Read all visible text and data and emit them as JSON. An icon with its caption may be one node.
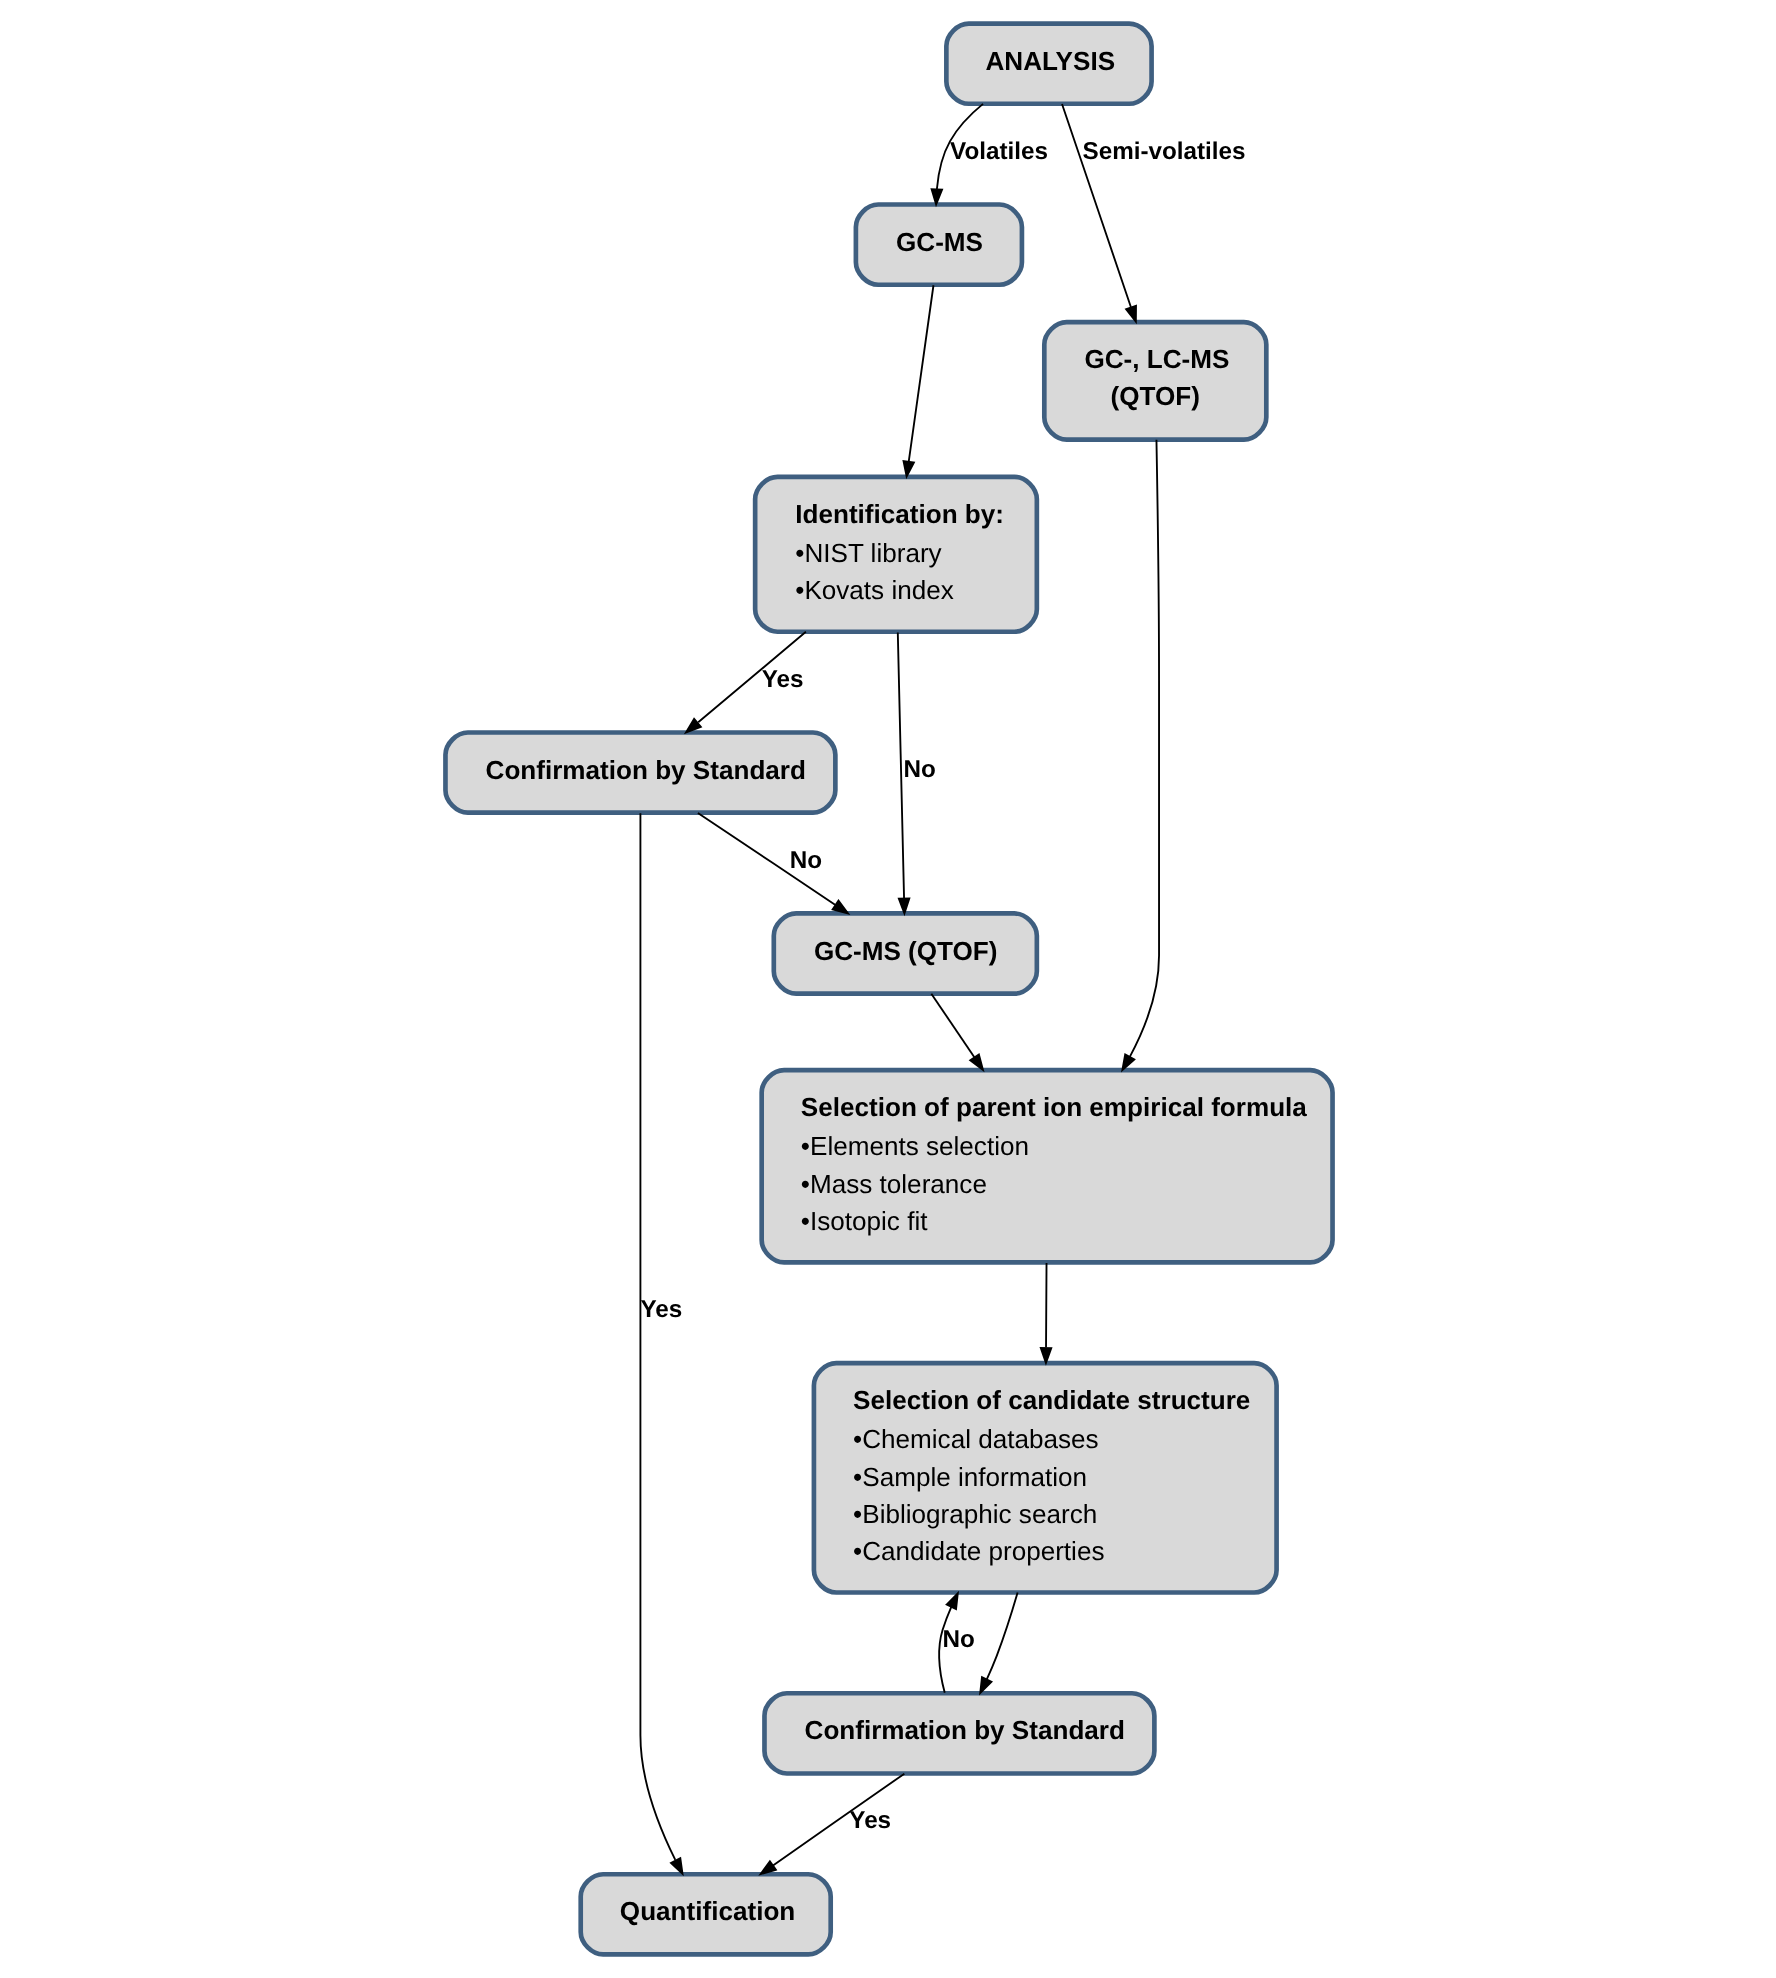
{
  "diagram": {
    "nodes": [
      {
        "text": [
          "ANALYSIS"
        ]
      },
      {
        "text": [
          "GC-MS"
        ]
      },
      {
        "text": [
          "GC-, LC-MS",
          "(QTOF)"
        ]
      },
      {
        "text": [
          "Identification by:",
          "•NIST library",
          "•Kovats index"
        ]
      },
      {
        "text": [
          "Selection of parent ion empirical formula",
          "•Elements selection",
          "•Mass tolerance",
          "•Isotopic fit"
        ]
      },
      {
        "text": [
          "GC-MS (QTOF)"
        ]
      },
      {
        "text": [
          "Selection of candidate structure",
          "•Chemical databases",
          "•Sample information",
          "•Bibliographic search",
          "•Candidate properties"
        ]
      },
      {
        "text": [
          "Confirmation by Standard"
        ]
      },
      {
        "text": [
          "Confirmation by Standard"
        ]
      },
      {
        "text": [
          "Quantification"
        ]
      }
    ],
    "edges": [
      {
        "from": 0,
        "to": 1,
        "arrow": "to",
        "label": "Volatiles"
      },
      {
        "from": 0,
        "to": 2,
        "arrow": "to",
        "label": "Semi-volatiles"
      },
      {
        "from": 1,
        "to": 3,
        "arrow": "to"
      },
      {
        "from": 2,
        "to": 4,
        "arrow": "to"
      },
      {
        "from": 3,
        "to": 5,
        "arrow": "to",
        "label": "No"
      },
      {
        "from": 3,
        "to": 7,
        "arrow": "to",
        "label": "Yes"
      },
      {
        "from": 7,
        "to": 5,
        "arrow": "to",
        "label": "No"
      },
      {
        "from": 7,
        "to": 9,
        "arrow": "to",
        "label": "Yes"
      },
      {
        "from": 5,
        "to": 4,
        "arrow": "to"
      },
      {
        "from": 4,
        "to": 6,
        "arrow": "to"
      },
      {
        "from": 6,
        "to": 8,
        "arrow": "to"
      },
      {
        "from": 8,
        "to": 9,
        "arrow": "to",
        "label": "Yes"
      },
      {
        "from": 8,
        "to": 6,
        "arrow": "to",
        "label": "No"
      }
    ]
  }
}
